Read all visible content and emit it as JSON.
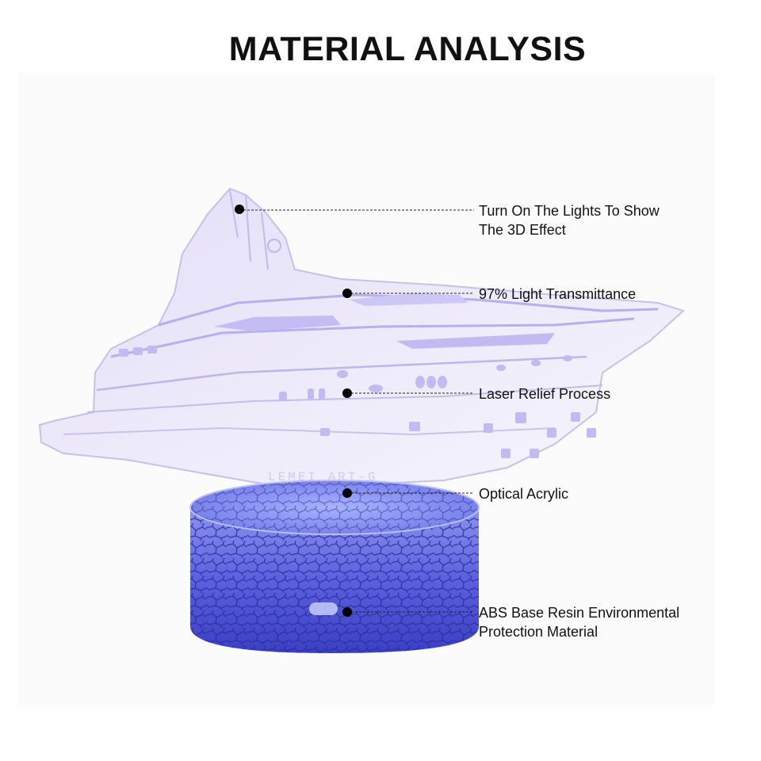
{
  "title": "MATERIAL ANALYSIS",
  "product": {
    "base_logo_text": "LEMEI ART-G"
  },
  "callouts": [
    {
      "lines": [
        "Turn On The Lights To Show",
        "The 3D Effect"
      ]
    },
    {
      "lines": [
        "97% Light Transmittance"
      ]
    },
    {
      "lines": [
        "Laser Relief Process"
      ]
    },
    {
      "lines": [
        "Optical Acrylic"
      ]
    },
    {
      "lines": [
        "ABS Base Resin Environmental",
        "Protection Material"
      ]
    }
  ],
  "colors": {
    "acrylic_tint": "#c9c3ef",
    "acrylic_line": "#b4ace6",
    "base_blue": "#4a4fd6",
    "base_light": "#9aa2f5",
    "text": "#111111"
  }
}
